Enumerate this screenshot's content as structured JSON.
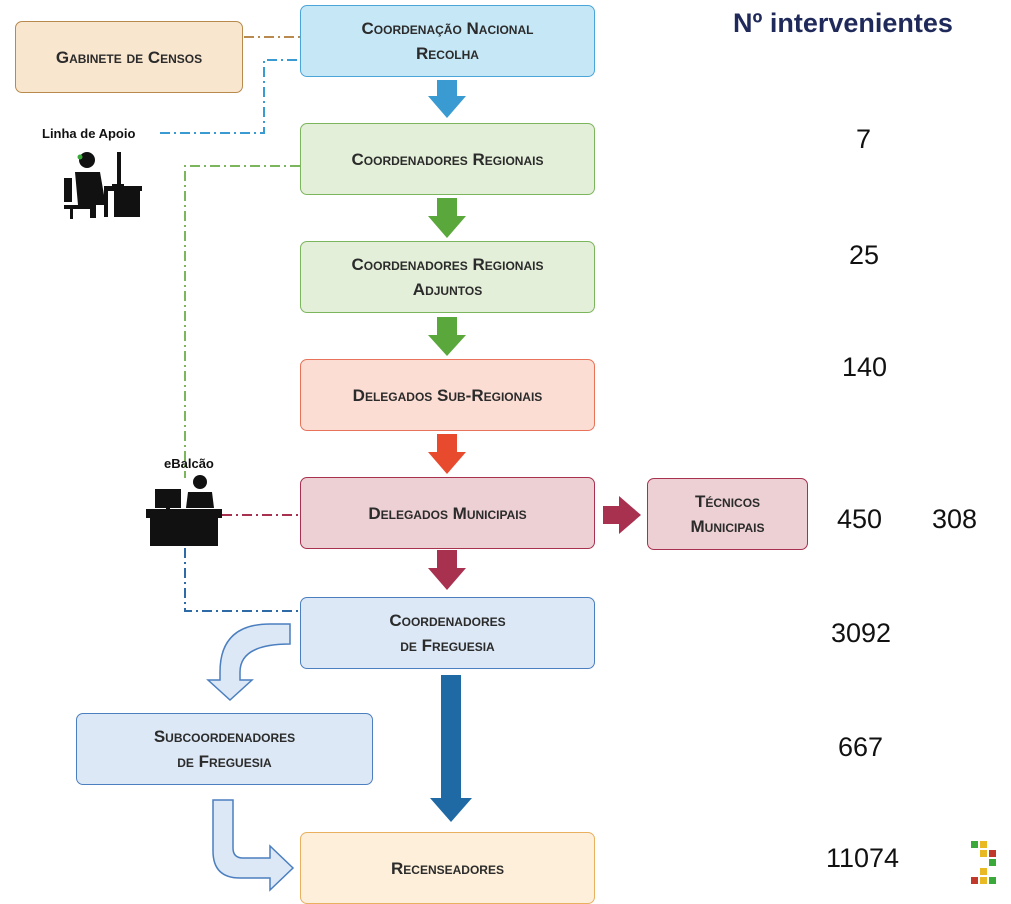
{
  "header": "Nº  intervenientes",
  "boxes": {
    "gabinete": [
      "Gabinete de Censos"
    ],
    "coord_nacional": [
      "Coordenação Nacional",
      "Recolha"
    ],
    "coord_regionais": [
      "Coordenadores Regionais"
    ],
    "coord_reg_adjuntos": [
      "Coordenadores Regionais",
      "Adjuntos"
    ],
    "delegados_sub": [
      "Delegados Sub-Regionais"
    ],
    "delegados_mun": [
      "Delegados Municipais"
    ],
    "tecnicos_mun": [
      "Técnicos",
      "Municipais"
    ],
    "coord_freguesia": [
      "Coordenadores",
      "de Freguesia"
    ],
    "subcoord_freguesia": [
      "Subcoordenadores",
      "de Freguesia"
    ],
    "recenseadores": [
      "Recenseadores"
    ]
  },
  "labels": {
    "linha_apoio": "Linha de Apoio",
    "ebalcao": "eBalcão"
  },
  "counts": {
    "coord_regionais": "7",
    "coord_reg_adjuntos": "25",
    "delegados_sub": "140",
    "delegados_mun": "450",
    "tecnicos_mun": "308",
    "coord_freguesia": "3092",
    "subcoord_freguesia": "667",
    "recenseadores": "11074"
  },
  "colors": {
    "blue_fill": "#c6e7f6",
    "blue_border": "#4aa6d8",
    "green_fill": "#e3efd8",
    "green_border": "#7cb65c",
    "red_fill": "#fbddd4",
    "red_border": "#e8735a",
    "wine_fill": "#ecd0d4",
    "wine_border": "#a8314f",
    "lightblue_fill": "#dce8f6",
    "lightblue_border": "#4b7fbf",
    "tan_fill": "#f8e6cf",
    "tan_border": "#b88a4e",
    "cream_fill": "#fdefd9",
    "cream_border": "#e8b060",
    "header_text": "#1f2a5a"
  }
}
